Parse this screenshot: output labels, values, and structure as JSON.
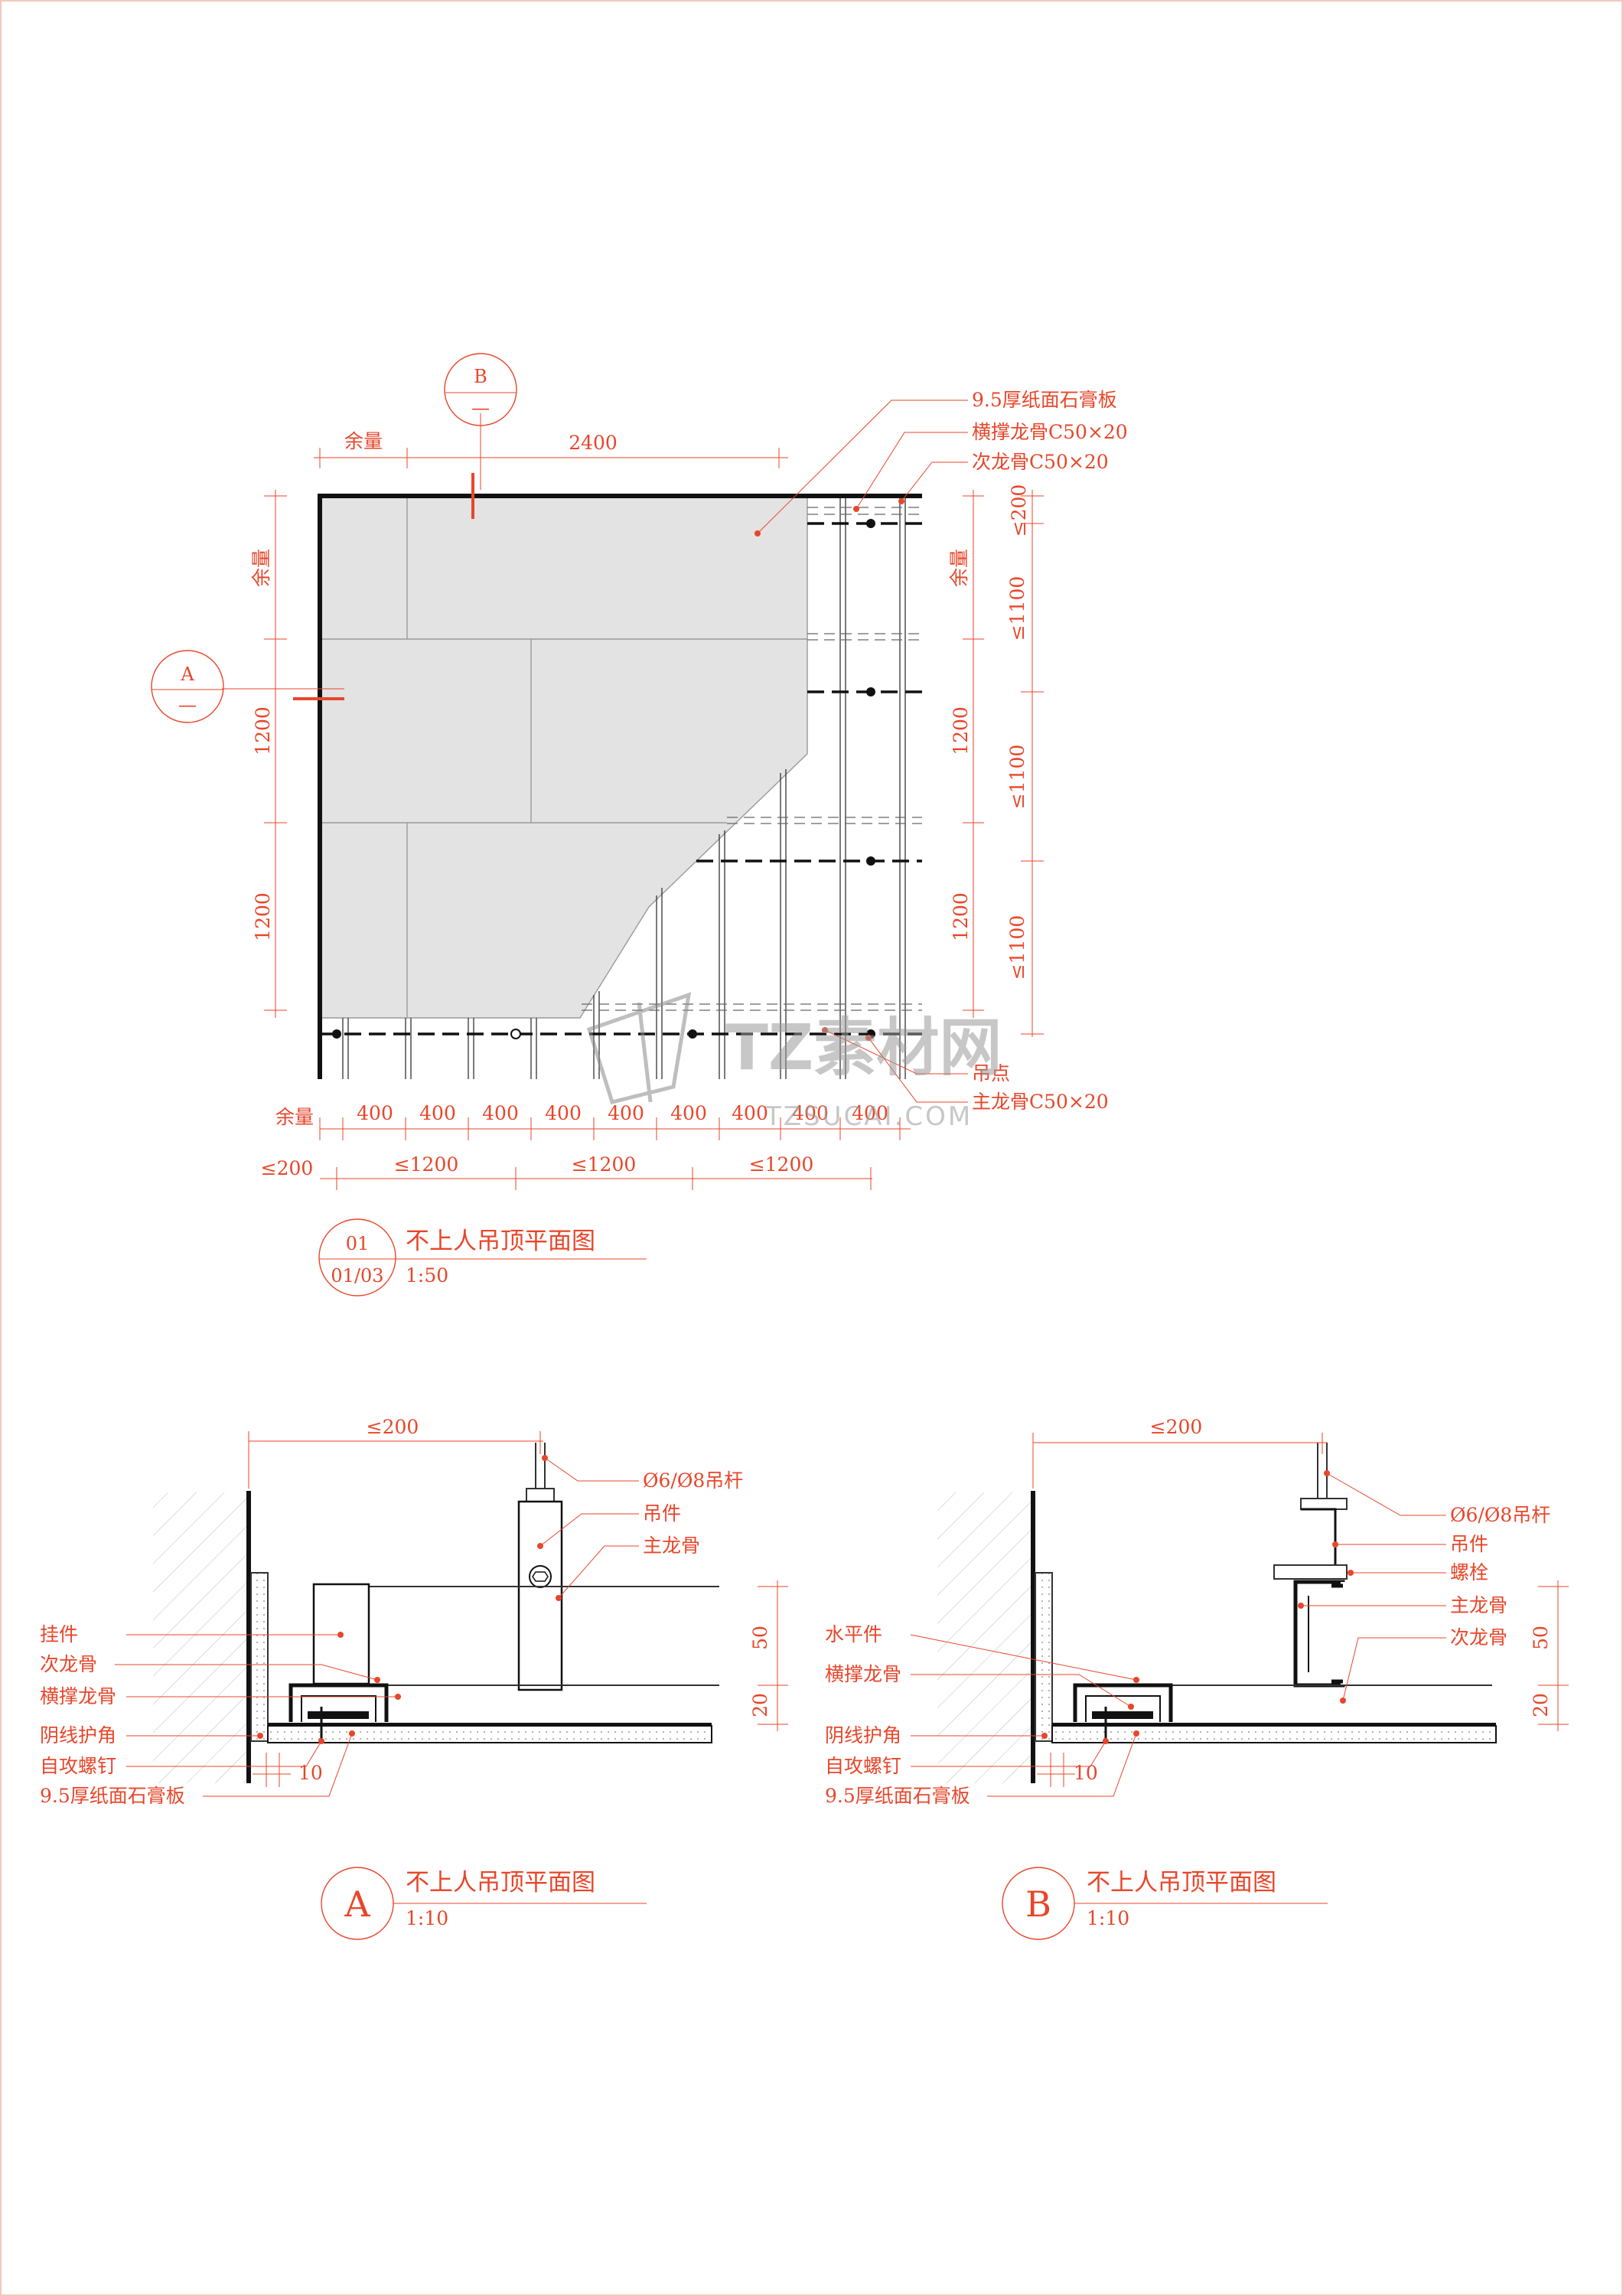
{
  "plan": {
    "section_marks": {
      "a": {
        "letter": "A",
        "sheet": "—"
      },
      "b": {
        "letter": "B",
        "sheet": "—"
      }
    },
    "leaders": [
      "9.5厚纸面石膏板",
      "横撑龙骨C50×20",
      "次龙骨C50×20",
      "吊点",
      "主龙骨C50×20"
    ],
    "dims": {
      "top_margin": "余量",
      "top_span": "2400",
      "left_margin": "余量",
      "left_1": "1200",
      "left_2": "1200",
      "right_margin": "余量",
      "right_1": "1200",
      "right_2": "1200",
      "far_right_top": "≤200",
      "far_right": [
        "≤1100",
        "≤1100",
        "≤1100"
      ],
      "bottom_margin": "余量",
      "bottom_spacing": [
        "400",
        "400",
        "400",
        "400",
        "400",
        "400",
        "400",
        "400",
        "400"
      ],
      "bottom_edge": "≤200",
      "bottom_hanger": [
        "≤1200",
        "≤1200",
        "≤1200"
      ]
    },
    "title": {
      "number": "01",
      "sheet": "01/03",
      "name": "不上人吊顶平面图",
      "scale": "1:50"
    }
  },
  "detail_a": {
    "top_dim": "≤200",
    "right_labels": [
      "Ø6/Ø8吊杆",
      "吊件",
      "主龙骨"
    ],
    "left_labels": [
      "挂件",
      "次龙骨",
      "横撑龙骨",
      "阴线护角",
      "自攻螺钉",
      "9.5厚纸面石膏板"
    ],
    "side_dims": [
      "50",
      "20"
    ],
    "bottom_dim": "10",
    "title": {
      "letter": "A",
      "name": "不上人吊顶平面图",
      "scale": "1:10"
    }
  },
  "detail_b": {
    "top_dim": "≤200",
    "right_labels": [
      "Ø6/Ø8吊杆",
      "吊件",
      "螺栓",
      "主龙骨",
      "次龙骨"
    ],
    "left_labels": [
      "水平件",
      "横撑龙骨",
      "阴线护角",
      "自攻螺钉",
      "9.5厚纸面石膏板"
    ],
    "side_dims": [
      "50",
      "20"
    ],
    "bottom_dim": "10",
    "title": {
      "letter": "B",
      "name": "不上人吊顶平面图",
      "scale": "1:10"
    }
  },
  "watermark": {
    "logo": "TZ素材网",
    "url": "TZSUCAI.COM"
  },
  "colors": {
    "accent": "#e8462a",
    "board": "#e3e3e3",
    "line": "#111111"
  }
}
